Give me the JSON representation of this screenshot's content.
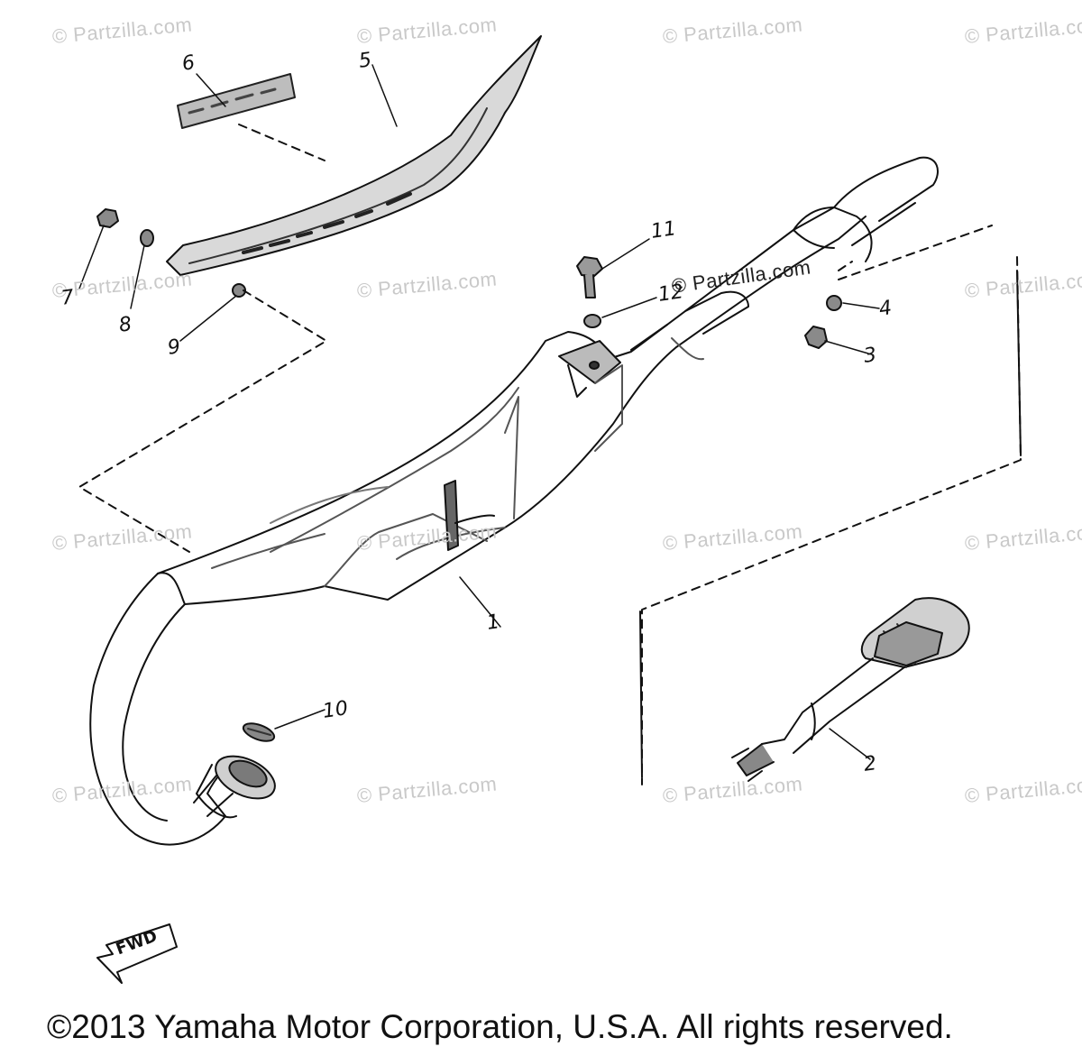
{
  "watermark_text": "© Partzilla.com",
  "watermarks": [
    {
      "id": "r1c1"
    },
    {
      "id": "r1c2"
    },
    {
      "id": "r1c3"
    },
    {
      "id": "r1c4"
    },
    {
      "id": "r2c1"
    },
    {
      "id": "r2c2"
    },
    {
      "id": "r2c3"
    },
    {
      "id": "r2c4"
    },
    {
      "id": "r3c1"
    },
    {
      "id": "r3c2"
    },
    {
      "id": "r3c3"
    },
    {
      "id": "r3c4"
    },
    {
      "id": "r4c1"
    },
    {
      "id": "r4c2"
    },
    {
      "id": "r4c3"
    },
    {
      "id": "r4c4"
    }
  ],
  "watermark_center": "© Partzilla.com",
  "callouts": [
    "1",
    "2",
    "3",
    "4",
    "5",
    "6",
    "7",
    "8",
    "9",
    "10",
    "11",
    "12"
  ],
  "fwd_label": "FWD",
  "copyright": "©2013 Yamaha Motor Corporation, U.S.A. All rights reserved."
}
